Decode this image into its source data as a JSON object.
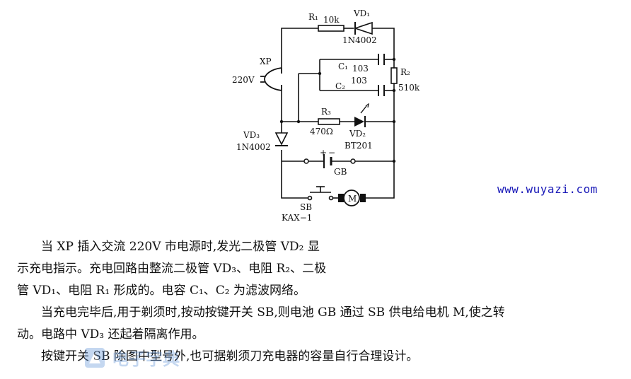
{
  "diagram": {
    "labels": {
      "r1": "R₁",
      "r1_value": "10k",
      "vd1": "VD₁",
      "vd1_part": "1N4002",
      "xp": "XP",
      "mains": "220V",
      "c1": "C₁",
      "c1_value": "103",
      "c2": "C₂",
      "c2_value": "103",
      "r2": "R₂",
      "r2_value": "510k",
      "r3": "R₃",
      "r3_value": "470Ω",
      "vd2": "VD₂",
      "vd2_part": "BT201",
      "vd3": "VD₃",
      "vd3_part": "1N4002",
      "gb": "GB",
      "plus": "+",
      "minus": "−",
      "motor": "M",
      "sb": "SB",
      "sb_part": "KAX−1"
    },
    "watermark_url": "www.wuyazi.com",
    "logo_text": "电子字典"
  },
  "description": {
    "p1": [
      "当 XP 插入交流 220V 市电源时,发光二极管 VD₂ 显",
      "示充电指示。充电回路由整流二极管 VD₃、电阻 R₂、二极",
      "管 VD₁、电阻 R₁ 形成的。电容 C₁、C₂ 为滤波网络。"
    ],
    "p2": [
      "当充电完毕后,用于剃须时,按动按键开关 SB,则电池 GB 通过 SB 供电给电机 M,使之转",
      "动。电路中 VD₃ 还起着隔离作用。"
    ],
    "p3": [
      "按键开关 SB 除图中型号外,也可据剃须刀充电器的容量自行合理设计。"
    ]
  }
}
